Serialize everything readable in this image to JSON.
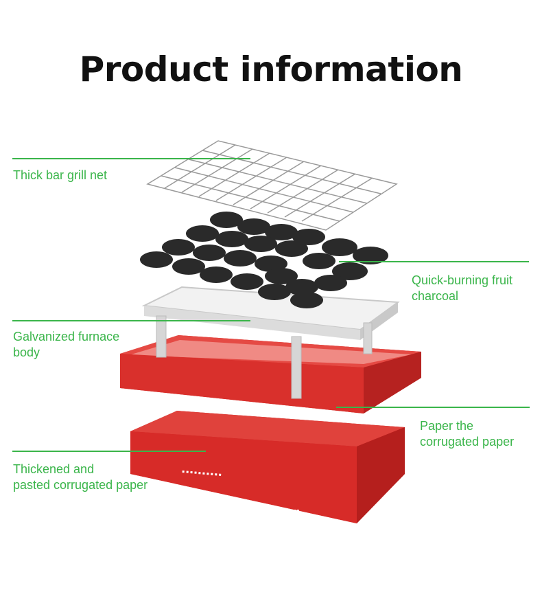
{
  "title": "Product information",
  "labels": {
    "grill_net": "Thick bar grill net",
    "charcoal_line1": "Quick-burning fruit",
    "charcoal_line2": "charcoal",
    "furnace_line1": "Galvanized furnace",
    "furnace_line2": "body",
    "paper_line1": "Paper the",
    "paper_line2": "corrugated paper",
    "thick_line1": "Thickened and",
    "thick_line2": "pasted corrugated paper"
  },
  "colors": {
    "accent": "#3ab54a",
    "box_red": "#d72b28",
    "charcoal": "#2a2a2a",
    "tray": "#eeeeee"
  }
}
